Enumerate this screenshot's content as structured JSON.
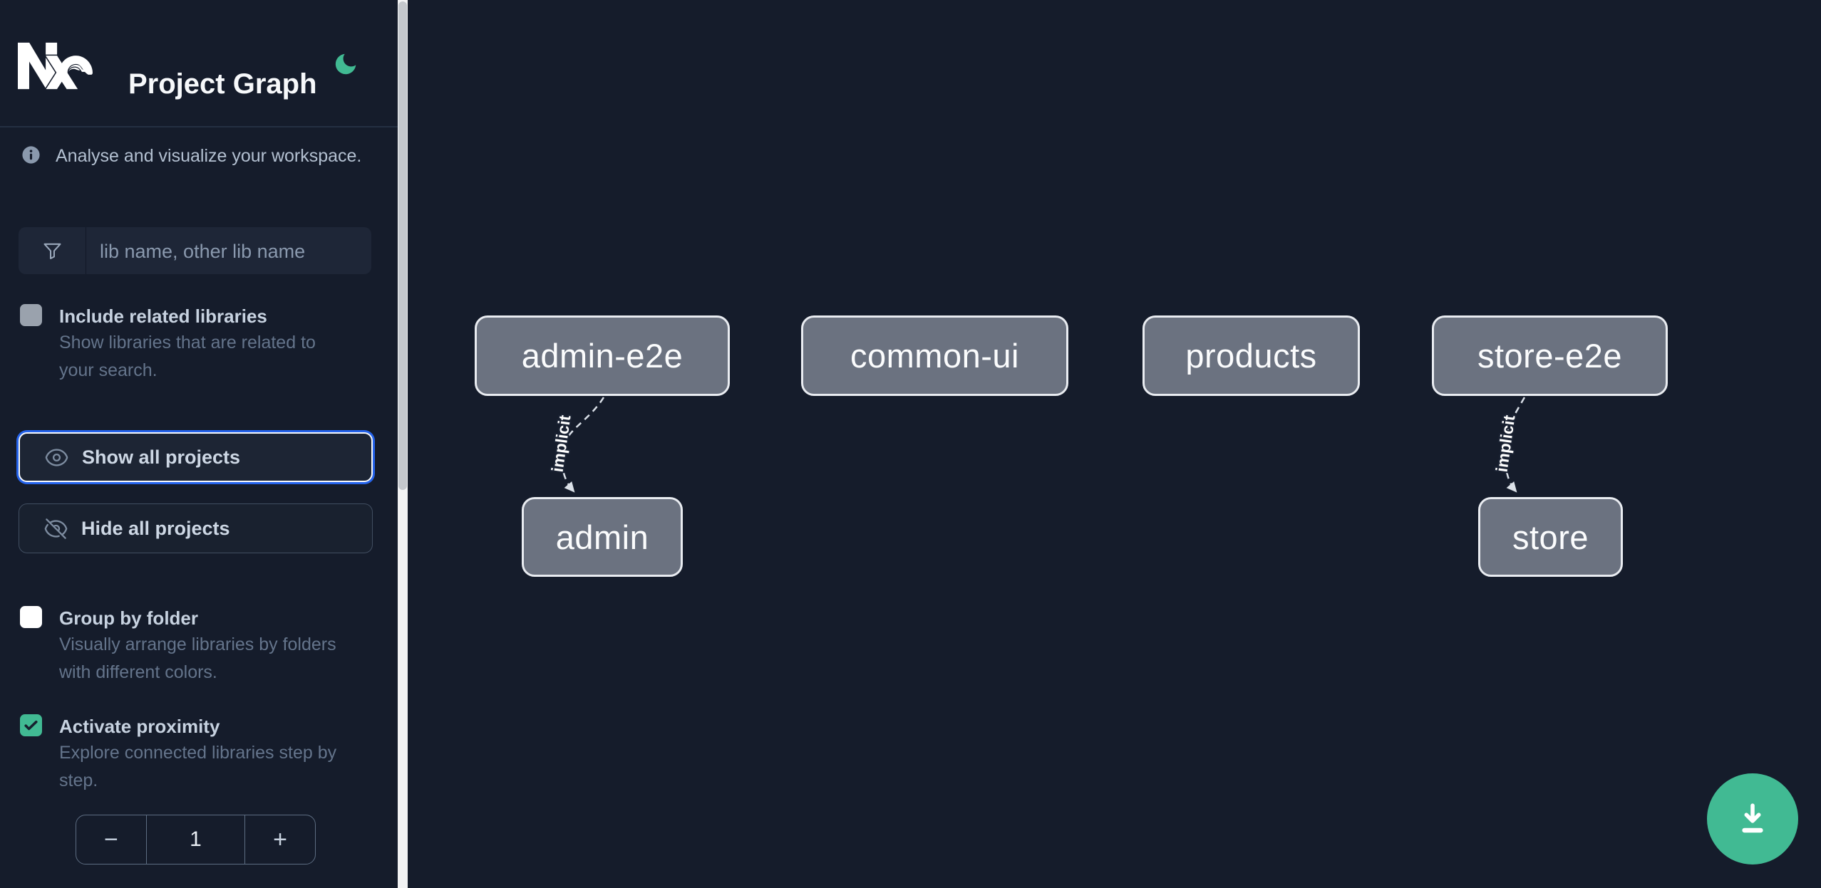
{
  "app": {
    "title": "Project Graph"
  },
  "colors": {
    "background": "#151c2b",
    "accent_green": "#41ba93",
    "focus_blue": "#2563eb",
    "node_fill": "#6b7280",
    "node_border": "#e9ecf1",
    "edge": "#d9dfe7"
  },
  "sidebar": {
    "intro": "Analyse and visualize your workspace.",
    "search": {
      "placeholder": "lib name, other lib name"
    },
    "include_related": {
      "label": "Include related libraries",
      "description": "Show libraries that are related to your search.",
      "checked": false
    },
    "show_all": {
      "label": "Show all projects"
    },
    "hide_all": {
      "label": "Hide all projects"
    },
    "group_by_folder": {
      "label": "Group by folder",
      "description": "Visually arrange libraries by folders with different colors.",
      "checked": false
    },
    "activate_proximity": {
      "label": "Activate proximity",
      "description": "Explore connected libraries step by step.",
      "checked": true
    },
    "proximity_stepper": {
      "decrement": "−",
      "value": "1",
      "increment": "+"
    }
  },
  "graph": {
    "nodes": [
      {
        "id": "admin-e2e",
        "label": "admin-e2e"
      },
      {
        "id": "common-ui",
        "label": "common-ui"
      },
      {
        "id": "products",
        "label": "products"
      },
      {
        "id": "store-e2e",
        "label": "store-e2e"
      },
      {
        "id": "admin",
        "label": "admin"
      },
      {
        "id": "store",
        "label": "store"
      }
    ],
    "edges": [
      {
        "source": "admin-e2e",
        "target": "admin",
        "label": "implicit",
        "type": "implicit"
      },
      {
        "source": "store-e2e",
        "target": "store",
        "label": "implicit",
        "type": "implicit"
      }
    ]
  }
}
